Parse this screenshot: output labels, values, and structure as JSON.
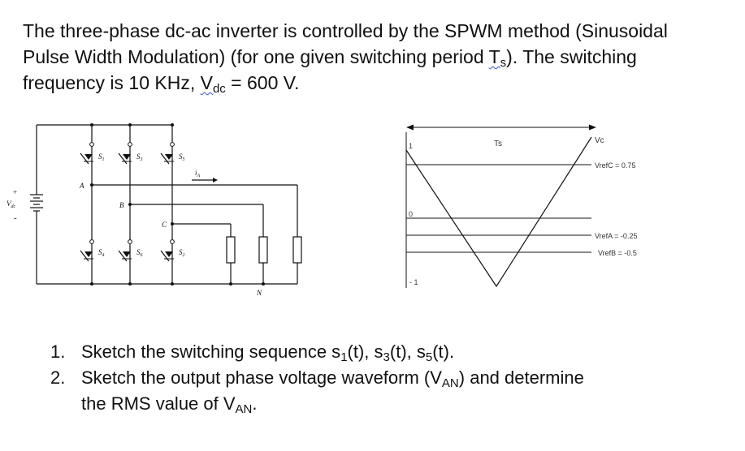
{
  "intro": {
    "line1": "The three-phase dc-ac inverter is controlled by the SPWM method (Sinusoidal",
    "line2_before": "Pulse Width Modulation) (for one given switching period ",
    "line2_ts_main": "T",
    "line2_ts_sub": "s",
    "line2_after": "). The switching",
    "line3_before": "frequency is 10 KHz, ",
    "line3_v_main": "V",
    "line3_v_sub": "dc",
    "line3_after": " = 600 V."
  },
  "circuit": {
    "vdc_label": "V",
    "vdc_sub": "dc",
    "plus": "+",
    "minus": "-",
    "switch_s1": "S",
    "switch_s1_sub": "1",
    "switch_s3": "S",
    "switch_s3_sub": "3",
    "switch_s5": "S",
    "switch_s5_sub": "5",
    "switch_s4": "S",
    "switch_s4_sub": "4",
    "switch_s6": "S",
    "switch_s6_sub": "6",
    "switch_s2": "S",
    "switch_s2_sub": "2",
    "node_a": "A",
    "node_b": "B",
    "node_c": "C",
    "node_n": "N",
    "current_label": "i",
    "current_sub": "A"
  },
  "carrier_diagram": {
    "period_label": "Ts",
    "carrier_label": "Vc",
    "y_top": "1",
    "y_zero": "0",
    "y_bottom": "- 1",
    "refs": [
      {
        "label": "VrefC = 0.75",
        "value": 0.75
      },
      {
        "label": "VrefA = -0.25",
        "value": -0.25
      },
      {
        "label": "VrefB = -0.5",
        "value": -0.5
      }
    ]
  },
  "questions": [
    {
      "number": "1.",
      "before": "Sketch the switching sequence s",
      "sub1": "1",
      "mid1": "(t), s",
      "sub2": "3",
      "mid2": "(t), s",
      "sub3": "5",
      "after": "(t)."
    },
    {
      "number": "2.",
      "line1_before": "Sketch the output phase voltage waveform (V",
      "line1_sub": "AN",
      "line1_after": ") and determine",
      "line2_before": "the RMS value of V",
      "line2_sub": "AN",
      "line2_after": "."
    }
  ]
}
